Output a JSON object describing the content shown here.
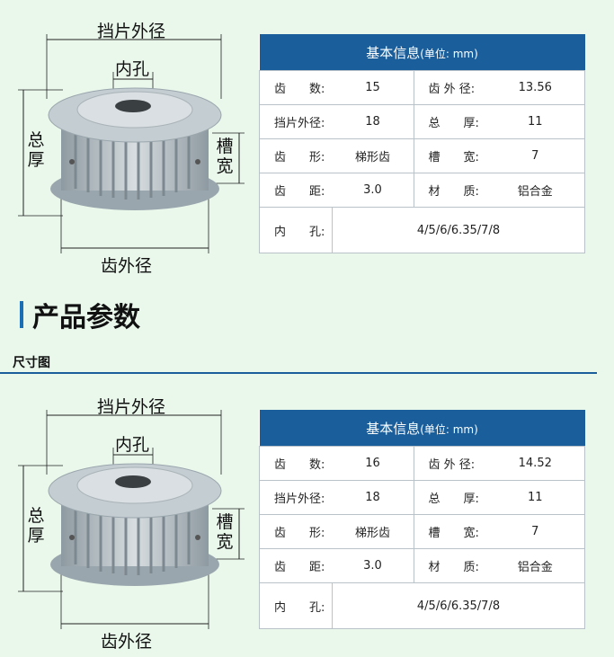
{
  "diagram_labels": {
    "flange_od": "挡片外径",
    "bore": "内孔",
    "total_thickness": "总厚",
    "groove_width": "槽宽",
    "tooth_od": "齿外径"
  },
  "section": {
    "title": "产品参数",
    "subtitle": "尺寸图",
    "accent": "#1a6fb5"
  },
  "tables": [
    {
      "header": "基本信息",
      "unit": "(单位: mm)",
      "rows": [
        {
          "k1": "齿　　数:",
          "v1": "15",
          "k2": "齿 外 径:",
          "v2": "13.56"
        },
        {
          "k1": "挡片外径:",
          "v1": "18",
          "k2": "总　　厚:",
          "v2": "11"
        },
        {
          "k1": "齿　　形:",
          "v1": "梯形齿",
          "k2": "槽　　宽:",
          "v2": "7"
        },
        {
          "k1": "齿　　距:",
          "v1": "3.0",
          "k2": "材　　质:",
          "v2": "铝合金"
        }
      ],
      "bore_label": "内　　孔:",
      "bore_value": "4/5/6/6.35/7/8"
    },
    {
      "header": "基本信息",
      "unit": "(单位: mm)",
      "rows": [
        {
          "k1": "齿　　数:",
          "v1": "16",
          "k2": "齿 外 径:",
          "v2": "14.52"
        },
        {
          "k1": "挡片外径:",
          "v1": "18",
          "k2": "总　　厚:",
          "v2": "11"
        },
        {
          "k1": "齿　　形:",
          "v1": "梯形齿",
          "k2": "槽　　宽:",
          "v2": "7"
        },
        {
          "k1": "齿　　距:",
          "v1": "3.0",
          "k2": "材　　质:",
          "v2": "铝合金"
        }
      ],
      "bore_label": "内　　孔:",
      "bore_value": "4/5/6/6.35/7/8"
    }
  ],
  "colors": {
    "header_bg": "#1a5e9c",
    "page_bg": "#eaf8ec"
  }
}
